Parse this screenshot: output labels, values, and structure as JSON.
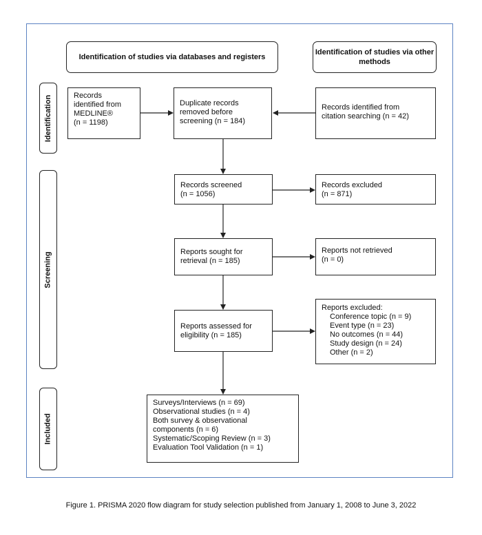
{
  "headers": {
    "databases": "Identification of studies via databases and registers",
    "other": "Identification of studies via other methods"
  },
  "phases": {
    "identification": "Identification",
    "screening": "Screening",
    "included": "Included"
  },
  "boxes": {
    "records_identified": [
      "Records",
      "identified from",
      "MEDLINE®",
      "(n = 1198)"
    ],
    "duplicates": [
      "Duplicate records",
      "removed before",
      "screening (n = 184)"
    ],
    "citation": [
      "Records identified from",
      "citation searching (n = 42)"
    ],
    "screened": [
      "Records screened",
      "(n = 1056)"
    ],
    "excluded": [
      "Records excluded",
      "(n = 871)"
    ],
    "sought": [
      "Reports sought for",
      "retrieval (n = 185)"
    ],
    "not_retrieved": [
      "Reports not retrieved",
      "(n = 0)"
    ],
    "assessed": [
      "Reports assessed for",
      "eligibility (n = 185)"
    ],
    "reports_excluded_title": "Reports excluded:",
    "reports_excluded_items": [
      "Conference topic (n = 9)",
      "Event type (n = 23)",
      "No outcomes (n = 44)",
      "Study design (n = 24)",
      "Other (n = 2)"
    ],
    "included": [
      "Surveys/Interviews (n = 69)",
      "Observational studies (n = 4)",
      "Both survey & observational",
      "components (n = 6)",
      "Systematic/Scoping Review (n = 3)",
      "Evaluation Tool Validation (n = 1)"
    ]
  },
  "caption": "Figure 1. PRISMA 2020 flow diagram for study selection published from January 1, 2008 to June 3, 2022",
  "colors": {
    "frame": "#5b82c2",
    "stroke": "#222222"
  }
}
